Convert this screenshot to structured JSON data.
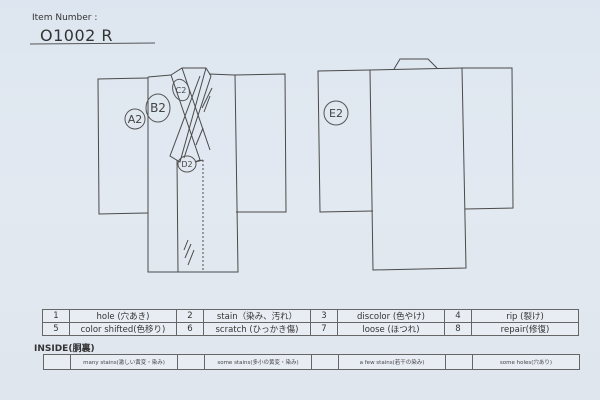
{
  "header": {
    "item_label": "Item Number :",
    "item_number": "O1002   R"
  },
  "diagram": {
    "front_view": {
      "marks": [
        {
          "id": "A2",
          "label": "A2"
        },
        {
          "id": "B2",
          "label": "B2"
        },
        {
          "id": "C2",
          "label": "C2"
        },
        {
          "id": "D2",
          "label": "D2"
        }
      ]
    },
    "back_view": {
      "marks": [
        {
          "id": "E2",
          "label": "E2"
        }
      ]
    },
    "line_color": "#444444"
  },
  "legend": {
    "rows": [
      [
        {
          "num": "1",
          "label": "hole (穴あき)"
        },
        {
          "num": "2",
          "label": "stain（染み、汚れ）"
        },
        {
          "num": "3",
          "label": "discolor (色やけ)"
        },
        {
          "num": "4",
          "label": "rip (裂け)"
        }
      ],
      [
        {
          "num": "5",
          "label": "color shifted(色移り)"
        },
        {
          "num": "6",
          "label": "scratch (ひっかき傷)"
        },
        {
          "num": "7",
          "label": "loose (ほつれ)"
        },
        {
          "num": "8",
          "label": "repair(修復)"
        }
      ]
    ]
  },
  "inside": {
    "title": "INSIDE(胴裏)",
    "items": [
      {
        "label": "many stains(激しい黄変・染み)"
      },
      {
        "label": "some stains(多小の黄変・染み)"
      },
      {
        "label": "a few stains(若干の染み)"
      },
      {
        "label": "some holes(穴あり)"
      }
    ]
  }
}
